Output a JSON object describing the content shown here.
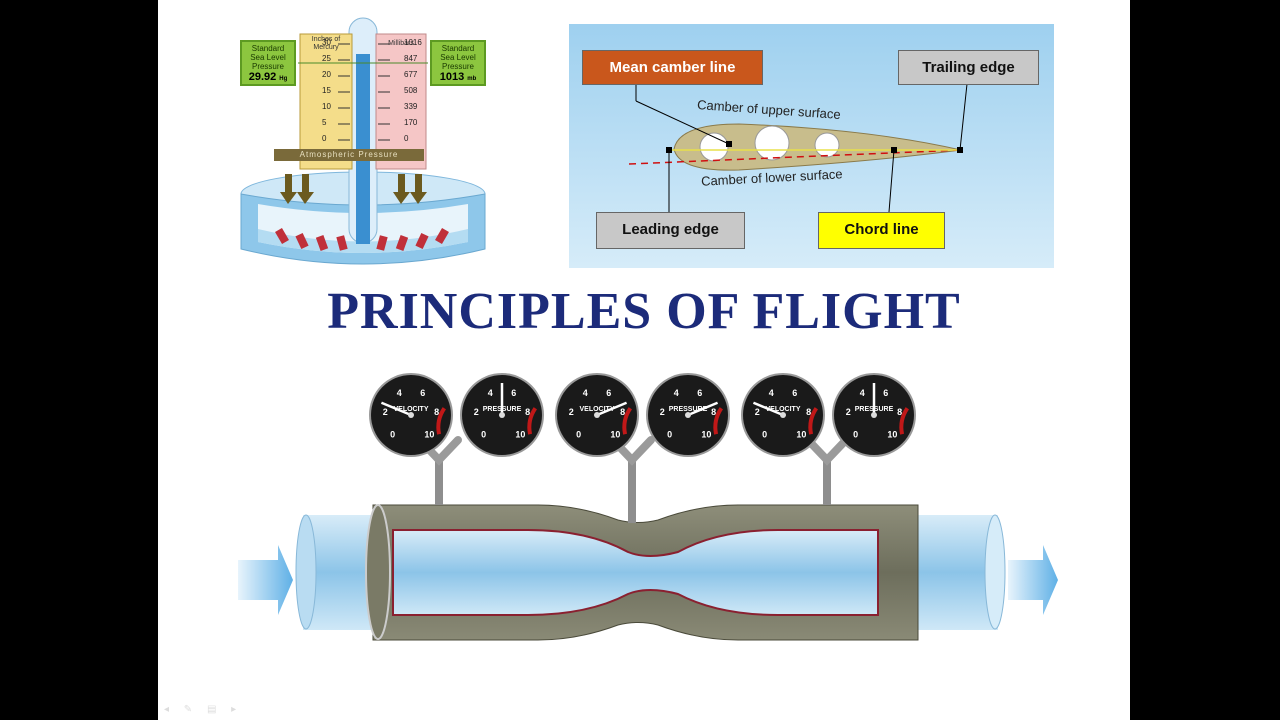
{
  "barometer": {
    "left_label": {
      "line1": "Standard",
      "line2": "Sea Level",
      "line3": "Pressure",
      "value": "29.92",
      "unit": "Hg"
    },
    "right_label": {
      "line1": "Standard",
      "line2": "Sea Level",
      "line3": "Pressure",
      "value": "1013",
      "unit": "mb"
    },
    "mercury_title": "Inches of Mercury",
    "millibars_title": "Millibars",
    "inches_ticks": [
      "30",
      "25",
      "20",
      "15",
      "10",
      "5",
      "0"
    ],
    "mb_ticks": [
      "1016",
      "847",
      "677",
      "508",
      "339",
      "170",
      "0"
    ],
    "band_text": "Atmospheric Pressure"
  },
  "airfoil": {
    "mean_camber": "Mean camber line",
    "trailing_edge": "Trailing edge",
    "leading_edge": "Leading edge",
    "chord_line": "Chord line",
    "upper": "Camber of upper surface",
    "lower": "Camber of lower surface"
  },
  "title": "PRINCIPLES OF FLIGHT",
  "venturi": {
    "gauges": [
      {
        "label": "VELOCITY",
        "value": 2.5
      },
      {
        "label": "PRESSURE",
        "value": 5
      },
      {
        "label": "VELOCITY",
        "value": 7.5
      },
      {
        "label": "PRESSURE",
        "value": 7.5
      },
      {
        "label": "VELOCITY",
        "value": 2.5
      },
      {
        "label": "PRESSURE",
        "value": 5
      }
    ],
    "scale": [
      "0",
      "2",
      "4",
      "6",
      "8",
      "10"
    ]
  },
  "colors": {
    "title": "#1c2b7a",
    "green": "#8cc63f",
    "orange": "#c9571c",
    "yellow": "#ffff00"
  }
}
